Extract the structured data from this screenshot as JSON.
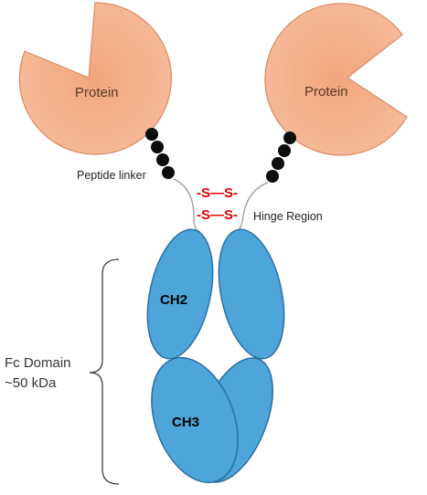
{
  "colors": {
    "protein_fill": "#f5b08d",
    "protein_stroke": "#d98a62",
    "domain_fill": "#4ea5da",
    "domain_stroke": "#2b6fa0",
    "linker_bead": "#0d0d0d",
    "disulfide": "#e00000"
  },
  "labels": {
    "protein_left": "Protein",
    "protein_right": "Protein",
    "peptide_linker": "Peptide linker",
    "hinge_region": "Hinge Region",
    "disulfide_top": "-S—S-",
    "disulfide_bottom": "-S—S-",
    "ch2": "CH2",
    "ch3": "CH3",
    "fc_domain_line1": "Fc Domain",
    "fc_domain_line2": "~50 kDa"
  }
}
